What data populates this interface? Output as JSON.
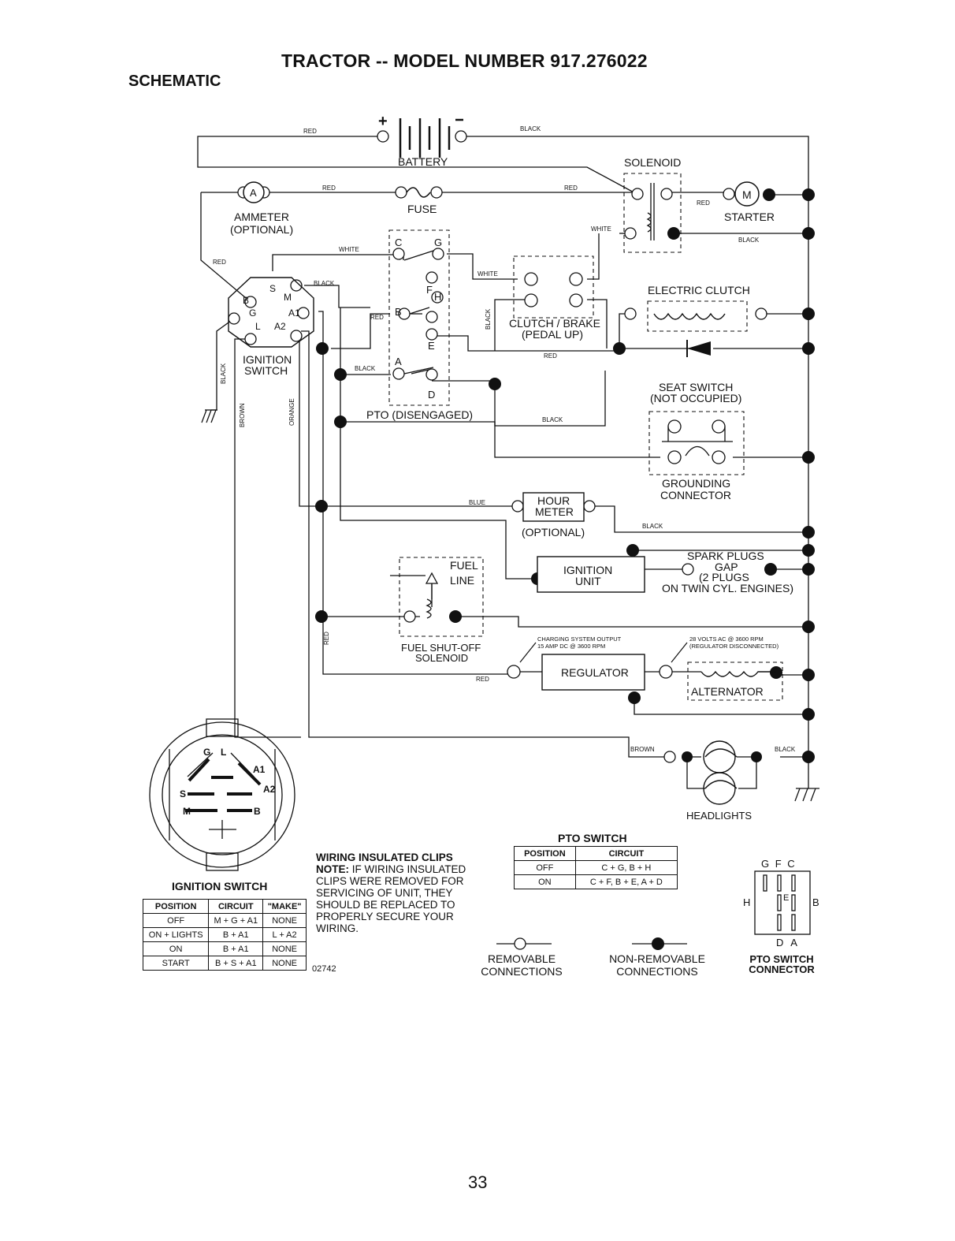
{
  "header": {
    "title": "TRACTOR -- MODEL NUMBER 917.276022",
    "subtitle": "SCHEMATIC"
  },
  "components": {
    "battery": "BATTERY",
    "solenoid": "SOLENOID",
    "ammeter": "AMMETER",
    "ammeter_note": "(OPTIONAL)",
    "ammeter_symbol": "A",
    "fuse": "FUSE",
    "starter": "STARTER",
    "starter_symbol": "M",
    "ignition_switch_1": "IGNITION",
    "ignition_switch_2": "SWITCH",
    "clutch_brake_1": "CLUTCH / BRAKE",
    "clutch_brake_2": "(PEDAL UP)",
    "electric_clutch": "ELECTRIC CLUTCH",
    "seat_switch_1": "SEAT SWITCH",
    "seat_switch_2": "(NOT OCCUPIED)",
    "grounding_connector_1": "GROUNDING",
    "grounding_connector_2": "CONNECTOR",
    "pto_disengaged": "PTO (DISENGAGED)",
    "hour_meter_1": "HOUR",
    "hour_meter_2": "METER",
    "hour_meter_note": "(OPTIONAL)",
    "ignition_unit_1": "IGNITION",
    "ignition_unit_2": "UNIT",
    "spark_plugs_1": "SPARK PLUGS",
    "spark_plugs_2": "GAP",
    "spark_plugs_3": "(2 PLUGS",
    "spark_plugs_4": "ON TWIN CYL. ENGINES)",
    "fuel_line_1": "FUEL",
    "fuel_line_2": "LINE",
    "fuel_solenoid_1": "FUEL SHUT-OFF",
    "fuel_solenoid_2": "SOLENOID",
    "regulator": "REGULATOR",
    "alternator": "ALTERNATOR",
    "charging_output_1": "CHARGING SYSTEM OUTPUT",
    "charging_output_2": "15 AMP DC @ 3600 RPM",
    "ac_output_1": "28 VOLTS AC @ 3600 RPM",
    "ac_output_2": "(REGULATOR DISCONNECTED)",
    "headlights": "HEADLIGHTS"
  },
  "ign_terminals": {
    "b": "B",
    "s": "S",
    "m": "M",
    "g": "G",
    "a1": "A1",
    "l": "L",
    "a2": "A2"
  },
  "pto_terminals": {
    "c": "C",
    "g": "G",
    "f": "F",
    "h": "H",
    "b": "B",
    "e": "E",
    "a": "A",
    "d": "D"
  },
  "wire_labels": {
    "red": "RED",
    "black": "BLACK",
    "white": "WHITE",
    "blue": "BLUE",
    "brown": "BROWN",
    "orange": "ORANGE"
  },
  "ign_diagram_labels": {
    "g": "G",
    "l": "L",
    "a1": "A1",
    "a2": "A2",
    "s": "S",
    "m": "M",
    "b": "B"
  },
  "ignition_table": {
    "title": "IGNITION SWITCH",
    "headers": [
      "POSITION",
      "CIRCUIT",
      "\"MAKE\""
    ],
    "rows": [
      [
        "OFF",
        "M + G + A1",
        "NONE"
      ],
      [
        "ON + LIGHTS",
        "B + A1",
        "L + A2"
      ],
      [
        "ON",
        "B + A1",
        "NONE"
      ],
      [
        "START",
        "B + S + A1",
        "NONE"
      ]
    ]
  },
  "pto_table": {
    "title": "PTO SWITCH",
    "headers": [
      "POSITION",
      "CIRCUIT"
    ],
    "rows": [
      [
        "OFF",
        "C + G, B + H"
      ],
      [
        "ON",
        "C + F, B + E, A + D"
      ]
    ]
  },
  "clips_note": {
    "title": "WIRING INSULATED CLIPS",
    "note_label": "NOTE:",
    "lines": [
      " IF WIRING INSULATED",
      "CLIPS WERE REMOVED FOR",
      "SERVICING OF UNIT, THEY",
      "SHOULD BE REPLACED TO",
      "PROPERLY SECURE YOUR",
      "WIRING."
    ]
  },
  "figure_code": "02742",
  "legend": {
    "removable_1": "REMOVABLE",
    "removable_2": "CONNECTIONS",
    "nonremovable_1": "NON-REMOVABLE",
    "nonremovable_2": "CONNECTIONS"
  },
  "pto_connector": {
    "top": "G F C",
    "h": "H",
    "e": "E",
    "b": "B",
    "bottom": "D A",
    "title_1": "PTO SWITCH",
    "title_2": "CONNECTOR"
  },
  "page_number": "33"
}
